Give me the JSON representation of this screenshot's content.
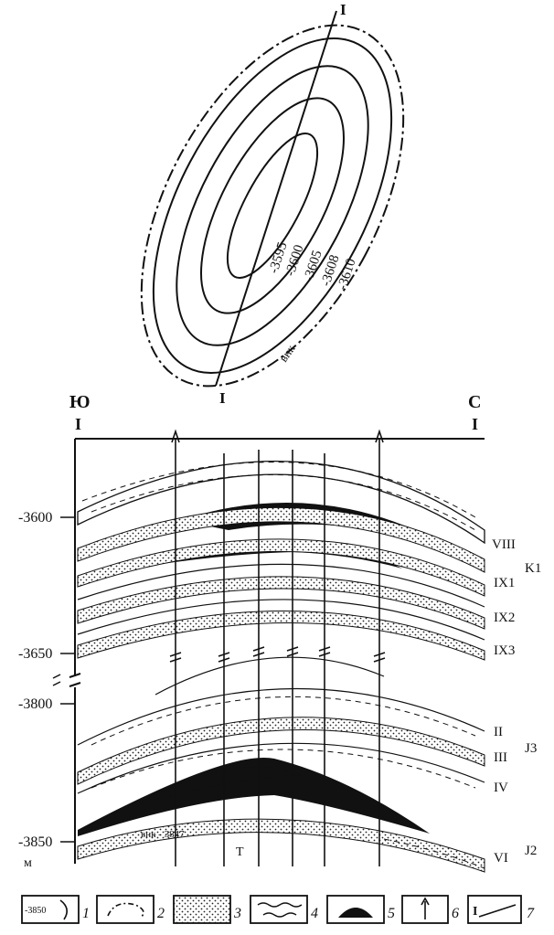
{
  "map": {
    "profile_label_top": "I",
    "profile_label_bottom": "I",
    "contours": [
      "-3595",
      "-3600",
      "-3605",
      "-3608",
      "-3610"
    ],
    "owc_label": "внк"
  },
  "section": {
    "south_letter": "Ю",
    "north_letter": "С",
    "south_roman": "I",
    "north_roman": "I",
    "depth_labels": [
      "-3600",
      "-3650",
      "-3800",
      "-3850"
    ],
    "depth_unit": "м",
    "layers_upper": [
      "VIII",
      "IX1",
      "IX2",
      "IX3"
    ],
    "layers_upper_sub": [
      "",
      "1",
      "2",
      "3"
    ],
    "layers_lower": [
      "II",
      "III",
      "IV",
      "VI"
    ],
    "stratigraphy": [
      "K1",
      "J3",
      "J2"
    ],
    "owc_text": "внк - 3847",
    "t_label": "Т"
  },
  "legend": {
    "items": [
      "1",
      "2",
      "3",
      "4",
      "5",
      "6",
      "7"
    ],
    "sample_contour": "-3850",
    "profile_mark": "I"
  }
}
